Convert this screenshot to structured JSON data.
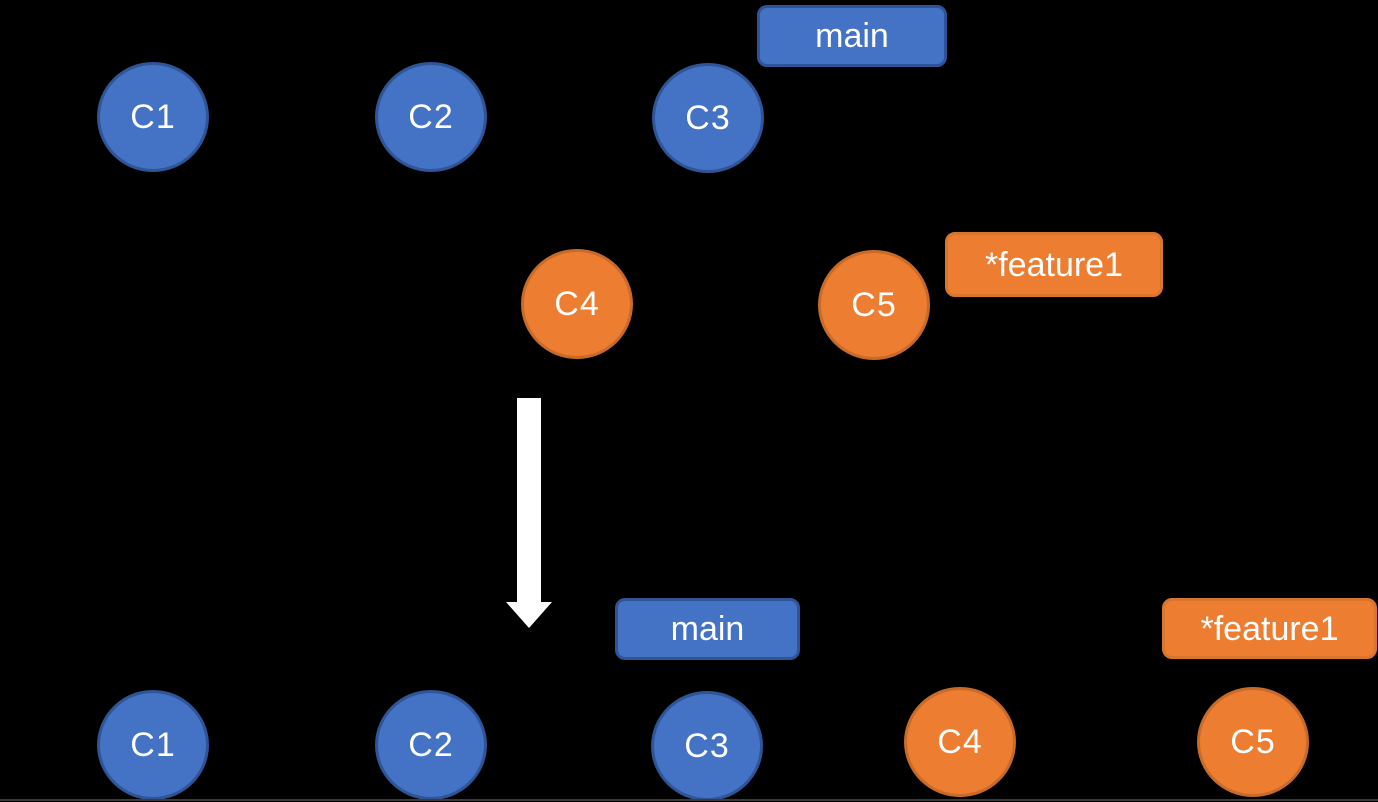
{
  "colors": {
    "background": "#000000",
    "main_branch_fill": "#4472C4",
    "main_branch_border": "#2F5597",
    "feature_branch_fill": "#ED7D31",
    "feature_branch_border": "#C96B28",
    "node_text": "#FFFFFF",
    "arrow": "#FFFFFF"
  },
  "before": {
    "branch_labels": {
      "main": "main",
      "feature": "*feature1"
    },
    "main_commits": [
      "C1",
      "C2",
      "C3"
    ],
    "feature_commits": [
      "C4",
      "C5"
    ]
  },
  "after": {
    "branch_labels": {
      "main": "main",
      "feature": "*feature1"
    },
    "commits": [
      "C1",
      "C2",
      "C3",
      "C4",
      "C5"
    ]
  }
}
